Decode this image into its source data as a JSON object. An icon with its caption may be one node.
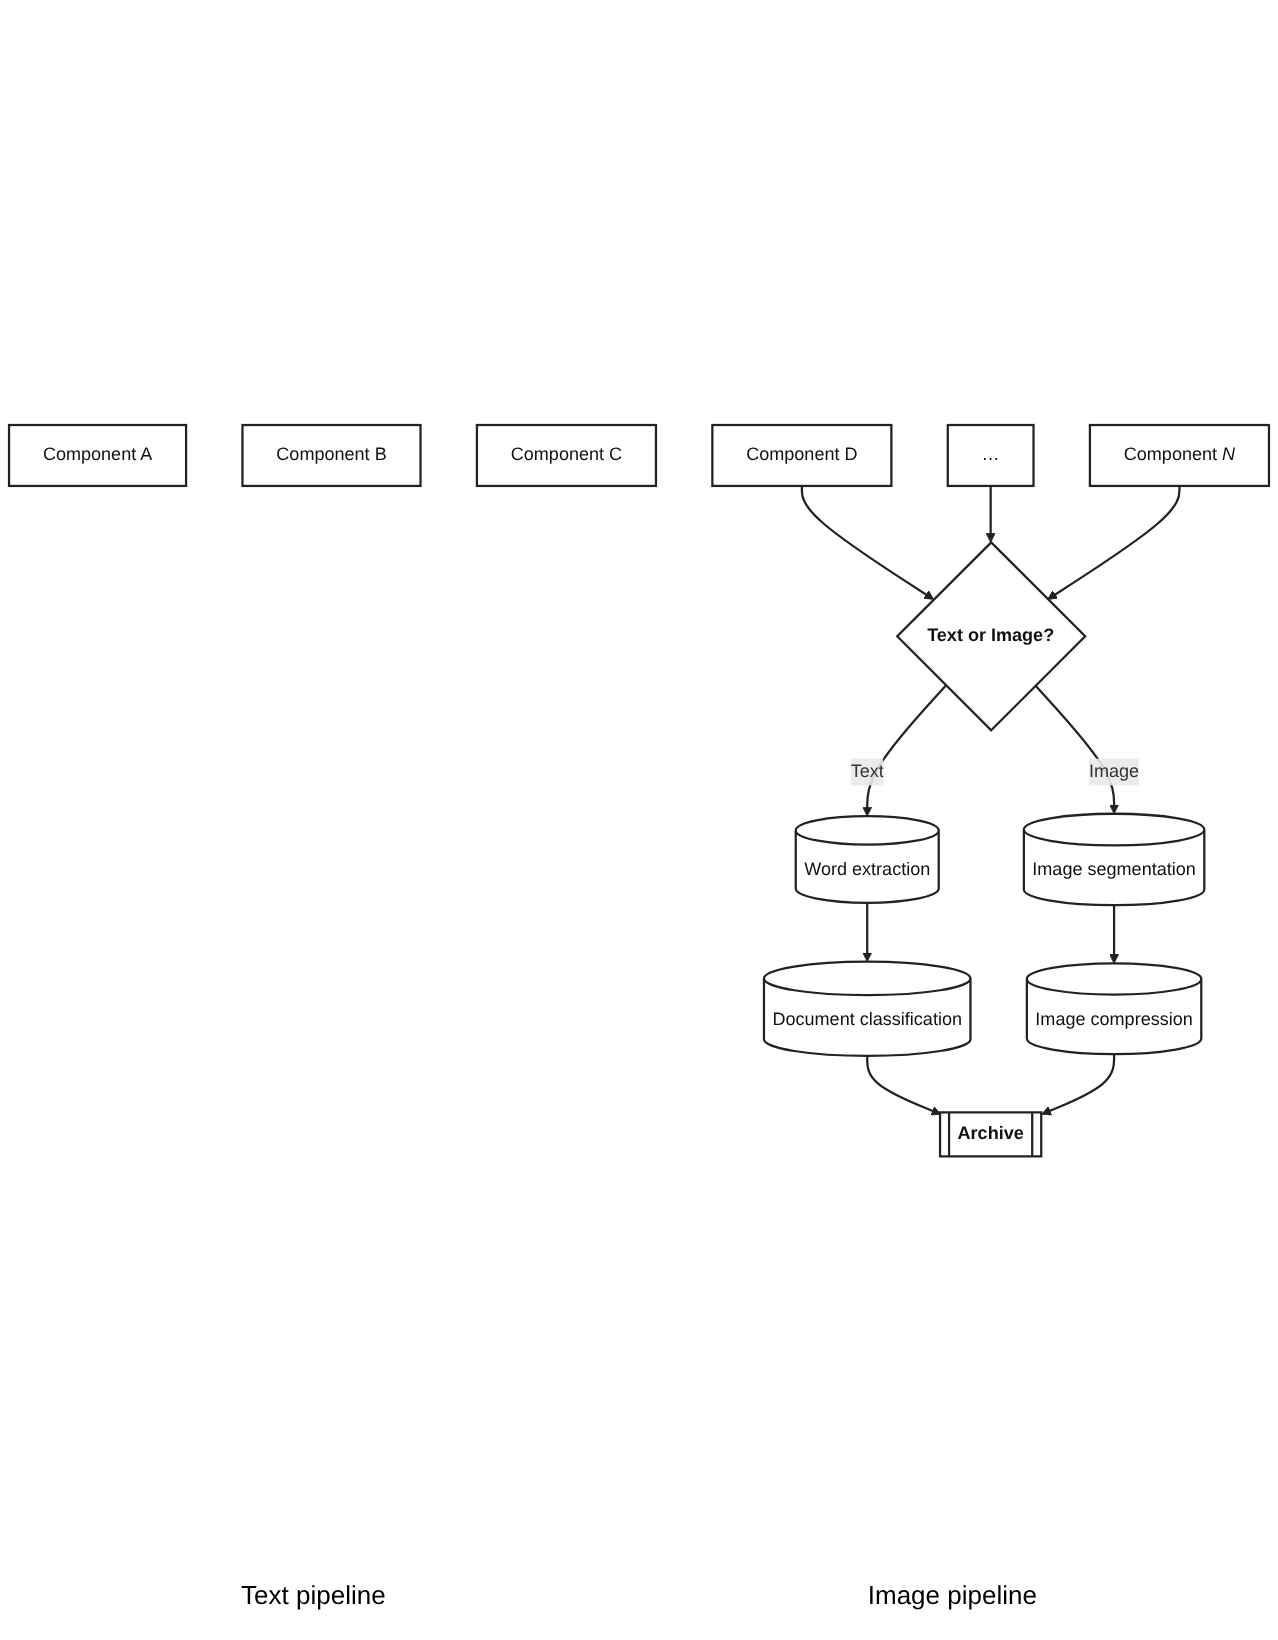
{
  "diagram": {
    "nodes": [
      {
        "text": [
          "Component A"
        ]
      },
      {
        "text": [
          "Component B"
        ]
      },
      {
        "text": [
          "Component C"
        ]
      },
      {
        "text": [
          "Component D"
        ]
      },
      {
        "text": [
          "…"
        ]
      },
      {
        "text": [
          "Component *N*"
        ]
      },
      {
        "text": [
          "Text or Image?"
        ]
      },
      {
        "text": [
          "Word extraction"
        ]
      },
      {
        "text": [
          "Image segmentation"
        ]
      },
      {
        "text": [
          "Document classification"
        ]
      },
      {
        "text": [
          "Image compression"
        ]
      },
      {
        "text": [
          "Archive"
        ]
      }
    ],
    "edges": [
      {
        "from": 3,
        "to": 6,
        "arrow": "to"
      },
      {
        "from": 4,
        "to": 6,
        "arrow": "to"
      },
      {
        "from": 5,
        "to": 6,
        "arrow": "to"
      },
      {
        "from": 6,
        "to": 7,
        "arrow": "to",
        "label": "Text"
      },
      {
        "from": 6,
        "to": 8,
        "arrow": "to",
        "label": "Image"
      },
      {
        "from": 7,
        "to": 9,
        "arrow": "to"
      },
      {
        "from": 8,
        "to": 10,
        "arrow": "to"
      },
      {
        "from": 9,
        "to": 11,
        "arrow": "to"
      },
      {
        "from": 10,
        "to": 11,
        "arrow": "to"
      }
    ],
    "labels": [
      "Text pipeline",
      "Image pipeline"
    ]
  }
}
